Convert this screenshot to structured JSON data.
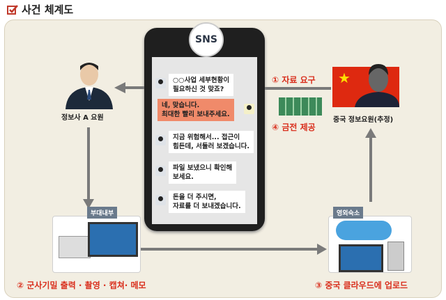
{
  "title": "사건 체계도",
  "phone": {
    "header": "SNS",
    "messages": [
      {
        "from": "left",
        "text": "○○사업 세부현황이\n필요하신 것 맞죠?"
      },
      {
        "from": "right",
        "text": "네, 맞습니다.\n최대한 빨리 보내주세요."
      },
      {
        "from": "left",
        "text": "지금 위험해서... 접근이\n힘든데, 서둘러 보겠습니다."
      },
      {
        "from": "left",
        "text": "파일 보냈으니 확인해\n보세요."
      },
      {
        "from": "left",
        "text": "돈을 더 주시면,\n자료를 더 보내겠습니다."
      }
    ]
  },
  "agent_a": "정보사 A 요원",
  "china_agent": "중국 정보요원(추정)",
  "steps": {
    "s1": "① 자료 요구",
    "s2": "② 군사기밀 출력 · 촬영 · 캡쳐· 메모",
    "s3": "③ 중국 클라우드에 업로드",
    "s4": "④ 금전 제공"
  },
  "tags": {
    "inside": "부대내부",
    "outside": "영외숙소"
  },
  "colors": {
    "accent": "#d9301e",
    "bubble": "#f08a6a",
    "flag": "#de2910"
  }
}
